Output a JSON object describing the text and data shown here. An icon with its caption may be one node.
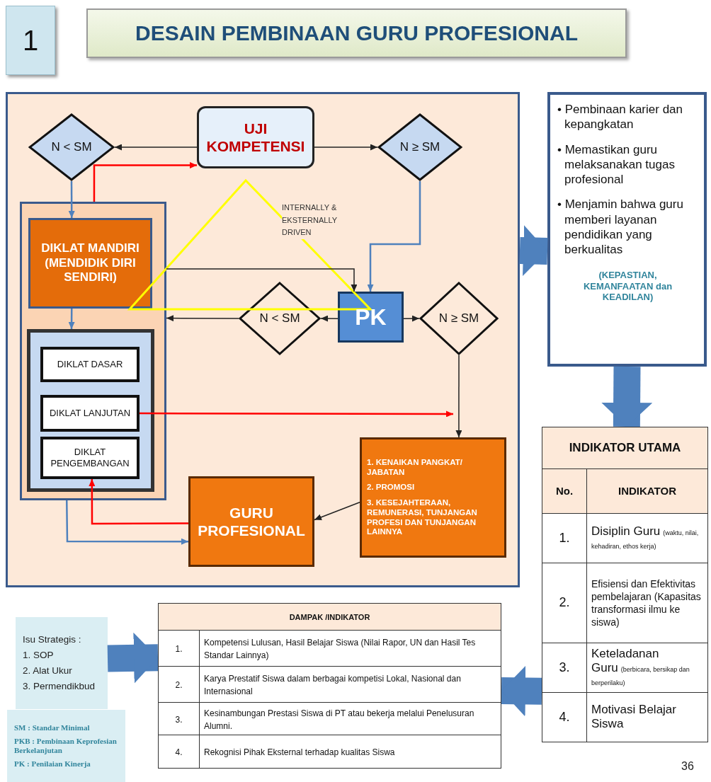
{
  "diagram": {
    "title": "DESAIN PEMBINAAN GURU PROFESIONAL",
    "nodes": [
      {
        "text": [
          "1"
        ]
      },
      {
        "text": [],
        "shape": "box"
      },
      {
        "text": [
          "UJI KOMPETENSI"
        ],
        "in": 1
      },
      {
        "text": [
          "N < SM"
        ],
        "in": 1
      },
      {
        "text": [
          "N ≥ SM"
        ],
        "in": 1
      },
      {
        "text": [],
        "shape": "box",
        "in": 1
      },
      {
        "text": [
          "DIKLAT MANDIRI (MENDIDIK DIRI SENDIRI)"
        ],
        "in": 5
      },
      {
        "text": [],
        "shape": "box",
        "in": 5
      },
      {
        "text": [
          "DIKLAT DASAR"
        ],
        "in": 7
      },
      {
        "text": [
          "DIKLAT LANJUTAN"
        ],
        "in": 7
      },
      {
        "text": [
          "DIKLAT PENGEMBANGAN"
        ],
        "in": 7
      },
      {
        "text": [
          "PK"
        ],
        "in": 1
      },
      {
        "text": [
          "N < SM"
        ],
        "in": 1
      },
      {
        "text": [
          "N ≥ SM"
        ],
        "in": 1
      },
      {
        "text": [
          "1. KENAIKAN PANGKAT/ JABATAN",
          "2. PROMOSI",
          "3. KESEJAHTERAAN, REMUNERASI, TUNJANGAN PROFESI DAN TUNJANGAN LAINNYA"
        ],
        "in": 1
      },
      {
        "text": [
          "GURU PROFESIONAL"
        ],
        "in": 1
      },
      {
        "text": [
          "• Pembinaan karier dan kepangkatan",
          "• Memastikan guru melaksanakan tugas profesional",
          "• Menjamin bahwa guru memberi layanan pendidikan yang berkualitas",
          "(KEPASTIAN, KEMANFAATAN dan KEADILAN)"
        ]
      },
      {
        "text": [
          "INDIKATOR UTAMA",
          "No.",
          "INDIKATOR",
          "1.",
          "Disiplin Guru",
          "(waktu, nilai, kehadiran, ethos kerja)",
          "2.",
          "Efisiensi dan Efektivitas pembelajaran (Kapasitas transformasi ilmu ke siswa)",
          "3.",
          "Keteladanan Guru",
          "(berbicara, bersikap dan berperilaku)",
          "4.",
          "Motivasi Belajar Siswa"
        ]
      },
      {
        "text": [
          "DAMPAK /INDIKATOR",
          "1.",
          "Kompetensi Lulusan, Hasil Belajar Siswa (Nilai Rapor, UN dan Hasil Tes Standar Lainnya)",
          "2.",
          "Karya Prestatif Siswa dalam berbagai kompetisi Lokal, Nasional dan Internasional",
          "3.",
          "Kesinambungan Prestasi Siswa di PT atau bekerja melalui Penelusuran Alumni.",
          "4.",
          "Rekognisi Pihak Eksternal terhadap kualitas Siswa"
        ]
      },
      {
        "text": [
          "Isu Strategis :",
          "1. SOP",
          "2. Alat Ukur",
          "3. Permendikbud"
        ]
      },
      {
        "text": [
          "SM : Standar Minimal",
          "PKB : Pembinaan Keprofesian Berkelanjutan",
          "PK : Penilaian Kinerja"
        ]
      }
    ],
    "edges": [
      {
        "from": 2,
        "to": 3,
        "arrow": "to"
      },
      {
        "from": 2,
        "to": 4,
        "arrow": "to"
      },
      {
        "from": 3,
        "to": 6,
        "arrow": "to",
        "color": "#4f81bd"
      },
      {
        "from": 5,
        "to": 2,
        "arrow": "to",
        "color": "#ff0000"
      },
      {
        "from": 4,
        "to": 11,
        "arrow": "to",
        "color": "#4f81bd"
      },
      {
        "from": 5,
        "to": 11,
        "arrow": "to"
      },
      {
        "from": 11,
        "to": 12,
        "arrow": "to"
      },
      {
        "from": 12,
        "to": 5,
        "arrow": "to"
      },
      {
        "from": 11,
        "to": 13,
        "arrow": "to"
      },
      {
        "from": 13,
        "to": 14,
        "arrow": "to"
      },
      {
        "from": 6,
        "to": 7,
        "arrow": "to",
        "color": "#4f81bd"
      },
      {
        "from": 9,
        "to": null,
        "arrow": "to",
        "color": "#ff0000"
      },
      {
        "from": 14,
        "to": 15,
        "arrow": "to"
      },
      {
        "from": 15,
        "to": 10,
        "arrow": "to",
        "color": "#ff0000"
      },
      {
        "from": 5,
        "to": 15,
        "arrow": "to",
        "color": "#4f81bd"
      },
      {
        "from": 1,
        "to": 16,
        "arrow": "to",
        "style": "thick",
        "color": "#4f81bd"
      },
      {
        "from": 16,
        "to": 17,
        "arrow": "to",
        "style": "thick",
        "color": "#4f81bd"
      },
      {
        "from": 17,
        "to": 18,
        "arrow": "to",
        "style": "thick",
        "color": "#4f81bd"
      },
      {
        "from": 19,
        "to": 18,
        "arrow": "to",
        "style": "thick",
        "color": "#4f81bd"
      }
    ],
    "labels": [
      "INTERNALLY & EKSTERNALLY DRIVEN",
      "36"
    ]
  }
}
